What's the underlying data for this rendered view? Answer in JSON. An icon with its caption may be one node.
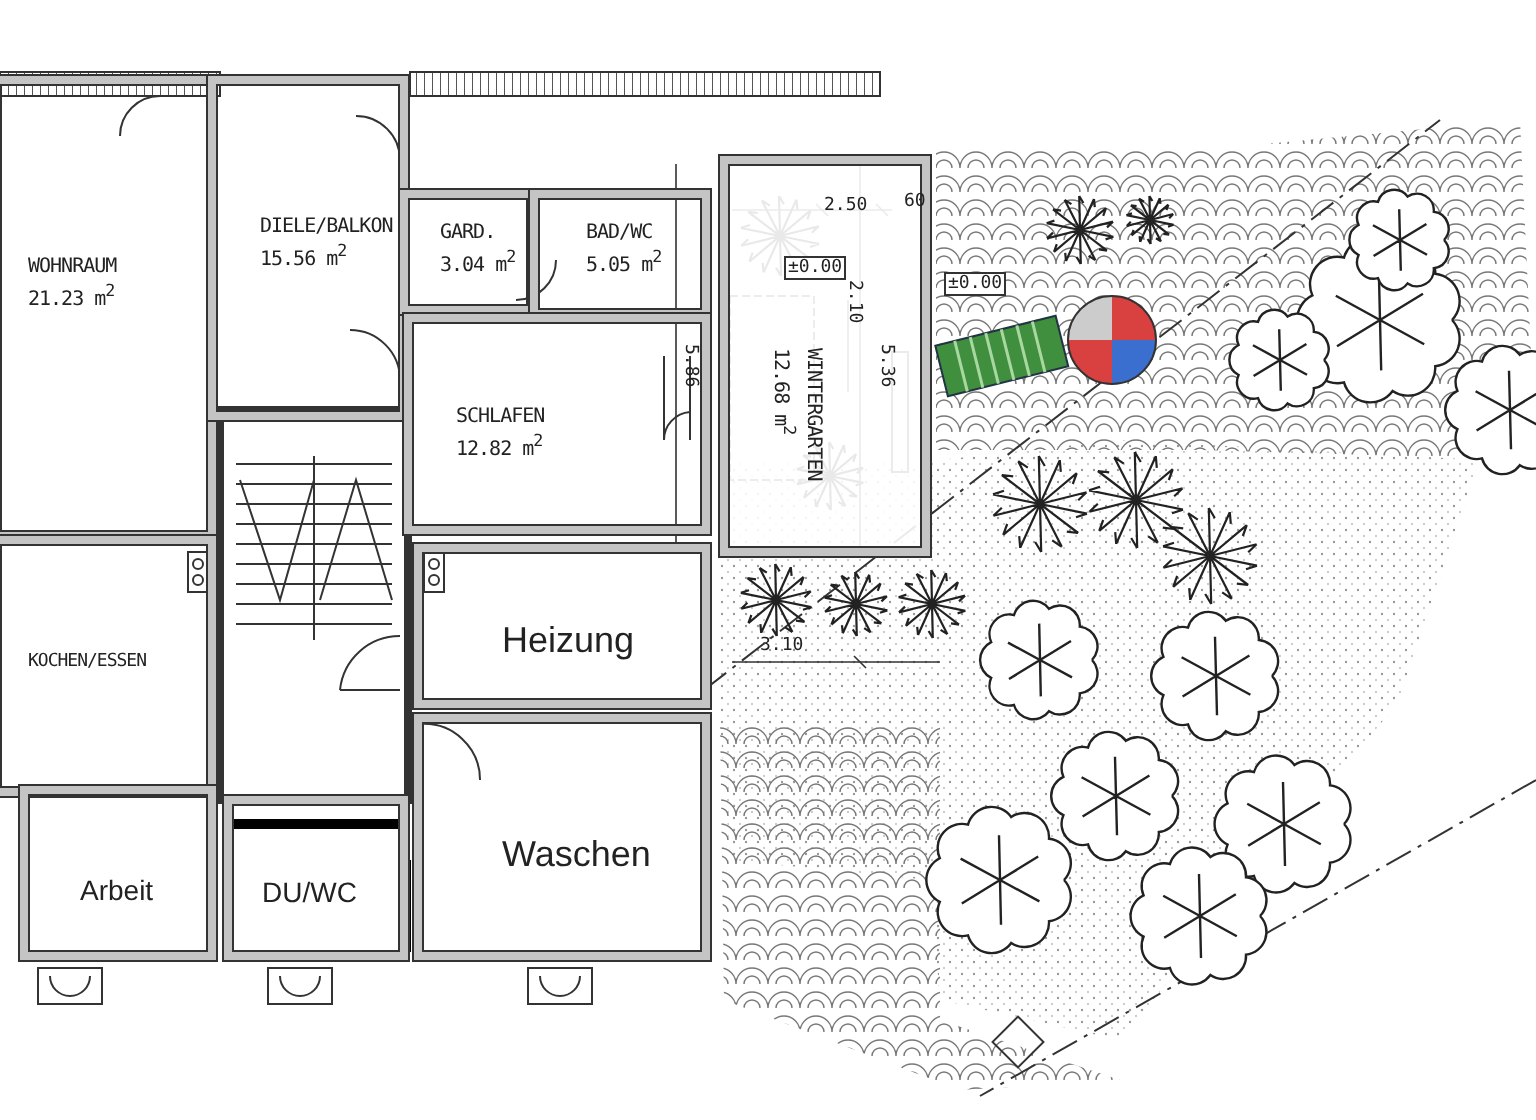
{
  "diagram": {
    "nodes": [
      {
        "text": [
          "WOHNRAUM",
          "21.23 m$^{2}$"
        ]
      },
      {
        "text": [
          "DIELE/BALKON",
          "15.56 m$^{2}$"
        ]
      },
      {
        "text": [
          "GARD.",
          "3.04 m$^{2}$"
        ]
      },
      {
        "text": [
          "BAD/WC",
          "5.05 m$^{2}$"
        ]
      },
      {
        "text": [
          "SCHLAFEN",
          "12.82 m$^{2}$"
        ]
      },
      {
        "text": [
          "WINTERGARTEN",
          "12.68 m$^{2}$"
        ]
      },
      {
        "text": [
          "KOCHEN/ESSEN"
        ]
      },
      {
        "text": [
          "Heizung"
        ]
      },
      {
        "text": [
          "Arbeit"
        ]
      },
      {
        "text": [
          "DU/WC"
        ]
      },
      {
        "text": [
          "Waschen"
        ]
      }
    ],
    "labels": [
      "2.50",
      "60",
      "±0.00",
      "±0.00",
      "2.10",
      "5.36",
      "5.86",
      "3.10"
    ]
  }
}
